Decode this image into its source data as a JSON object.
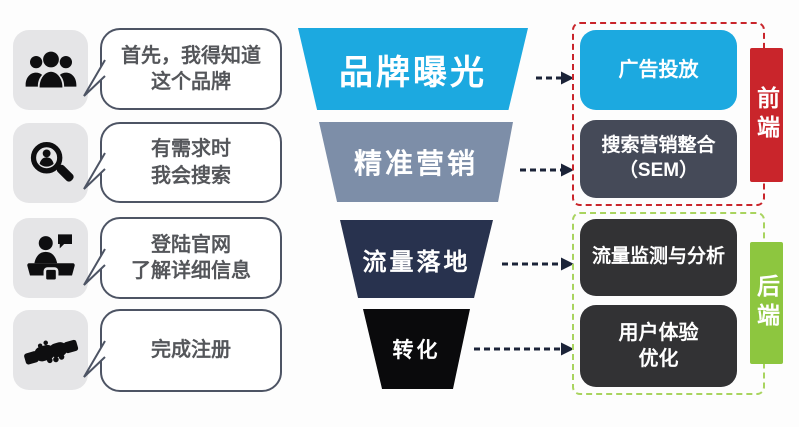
{
  "journey": {
    "steps": [
      {
        "icon": "users-group-icon",
        "line1": "首先，我得知道",
        "line2": "这个品牌"
      },
      {
        "icon": "search-user-icon",
        "line1": "有需求时",
        "line2": "我会搜索"
      },
      {
        "icon": "registration-desk-icon",
        "line1": "登陆官网",
        "line2": "了解详细信息"
      },
      {
        "icon": "handshake-icon",
        "line1": "完成注册",
        "line2": ""
      }
    ]
  },
  "funnel": {
    "levels": [
      {
        "label": "品牌曝光",
        "color": "#1ca9e0"
      },
      {
        "label": "精准营销",
        "color": "#7d8ea8"
      },
      {
        "label": "流量落地",
        "color": "#28324e"
      },
      {
        "label": "转化",
        "color": "#0a0a0c"
      }
    ]
  },
  "front_end": {
    "title": "前端",
    "accent": "#c9252b",
    "boxes": [
      {
        "line1": "广告投放",
        "line2": "",
        "color": "#1ca9e0"
      },
      {
        "line1": "搜索营销整合",
        "line2": "（SEM）",
        "color": "#454a58"
      }
    ]
  },
  "back_end": {
    "title": "后端",
    "accent": "#8dc63f",
    "dash_color": "#a9d45f",
    "boxes": [
      {
        "line1": "流量监测与分析",
        "line2": "",
        "color": "#323234"
      },
      {
        "line1": "用户体验",
        "line2": "优化",
        "color": "#323234"
      }
    ]
  },
  "arrows": {
    "style": "dashed",
    "color": "#1b2338"
  }
}
